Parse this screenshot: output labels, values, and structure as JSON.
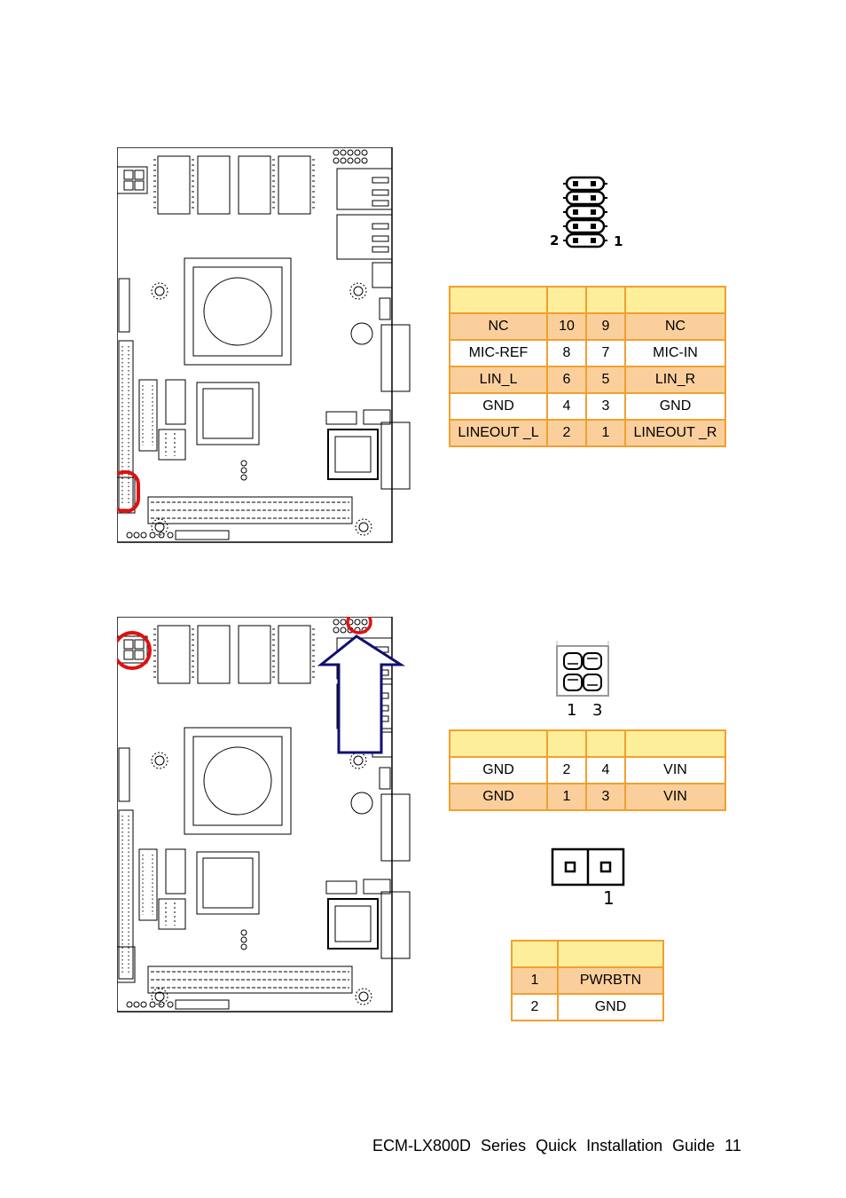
{
  "audio_connector": {
    "pin_labels": {
      "left": "2",
      "right": "1"
    },
    "table": {
      "header": [
        "",
        "",
        "",
        ""
      ],
      "rows": [
        [
          "NC",
          "10",
          "9",
          "NC"
        ],
        [
          "MIC-REF",
          "8",
          "7",
          "MIC-IN"
        ],
        [
          "LIN_L",
          "6",
          "5",
          "LIN_R"
        ],
        [
          "GND",
          "4",
          "3",
          "GND"
        ],
        [
          "LINEOUT _L",
          "2",
          "1",
          "LINEOUT _R"
        ]
      ]
    }
  },
  "power_connector": {
    "pin_labels": {
      "left": "1",
      "right": "3"
    },
    "table": {
      "header": [
        "",
        "",
        "",
        ""
      ],
      "rows": [
        [
          "GND",
          "2",
          "4",
          "VIN"
        ],
        [
          "GND",
          "1",
          "3",
          "VIN"
        ]
      ]
    }
  },
  "power_button_connector": {
    "pin_label": "1",
    "table": {
      "header": [
        "",
        ""
      ],
      "rows": [
        [
          "1",
          "PWRBTN"
        ],
        [
          "2",
          "GND"
        ]
      ]
    }
  },
  "footer": {
    "text": "ECM-LX800D Series Quick Installation Guide 11"
  },
  "colors": {
    "highlight_circle": "#e01010",
    "arrow": "#101070",
    "table_border": "#f0a030",
    "header_fill": "#fcee9a",
    "row_fill": "#fbcf9c"
  }
}
